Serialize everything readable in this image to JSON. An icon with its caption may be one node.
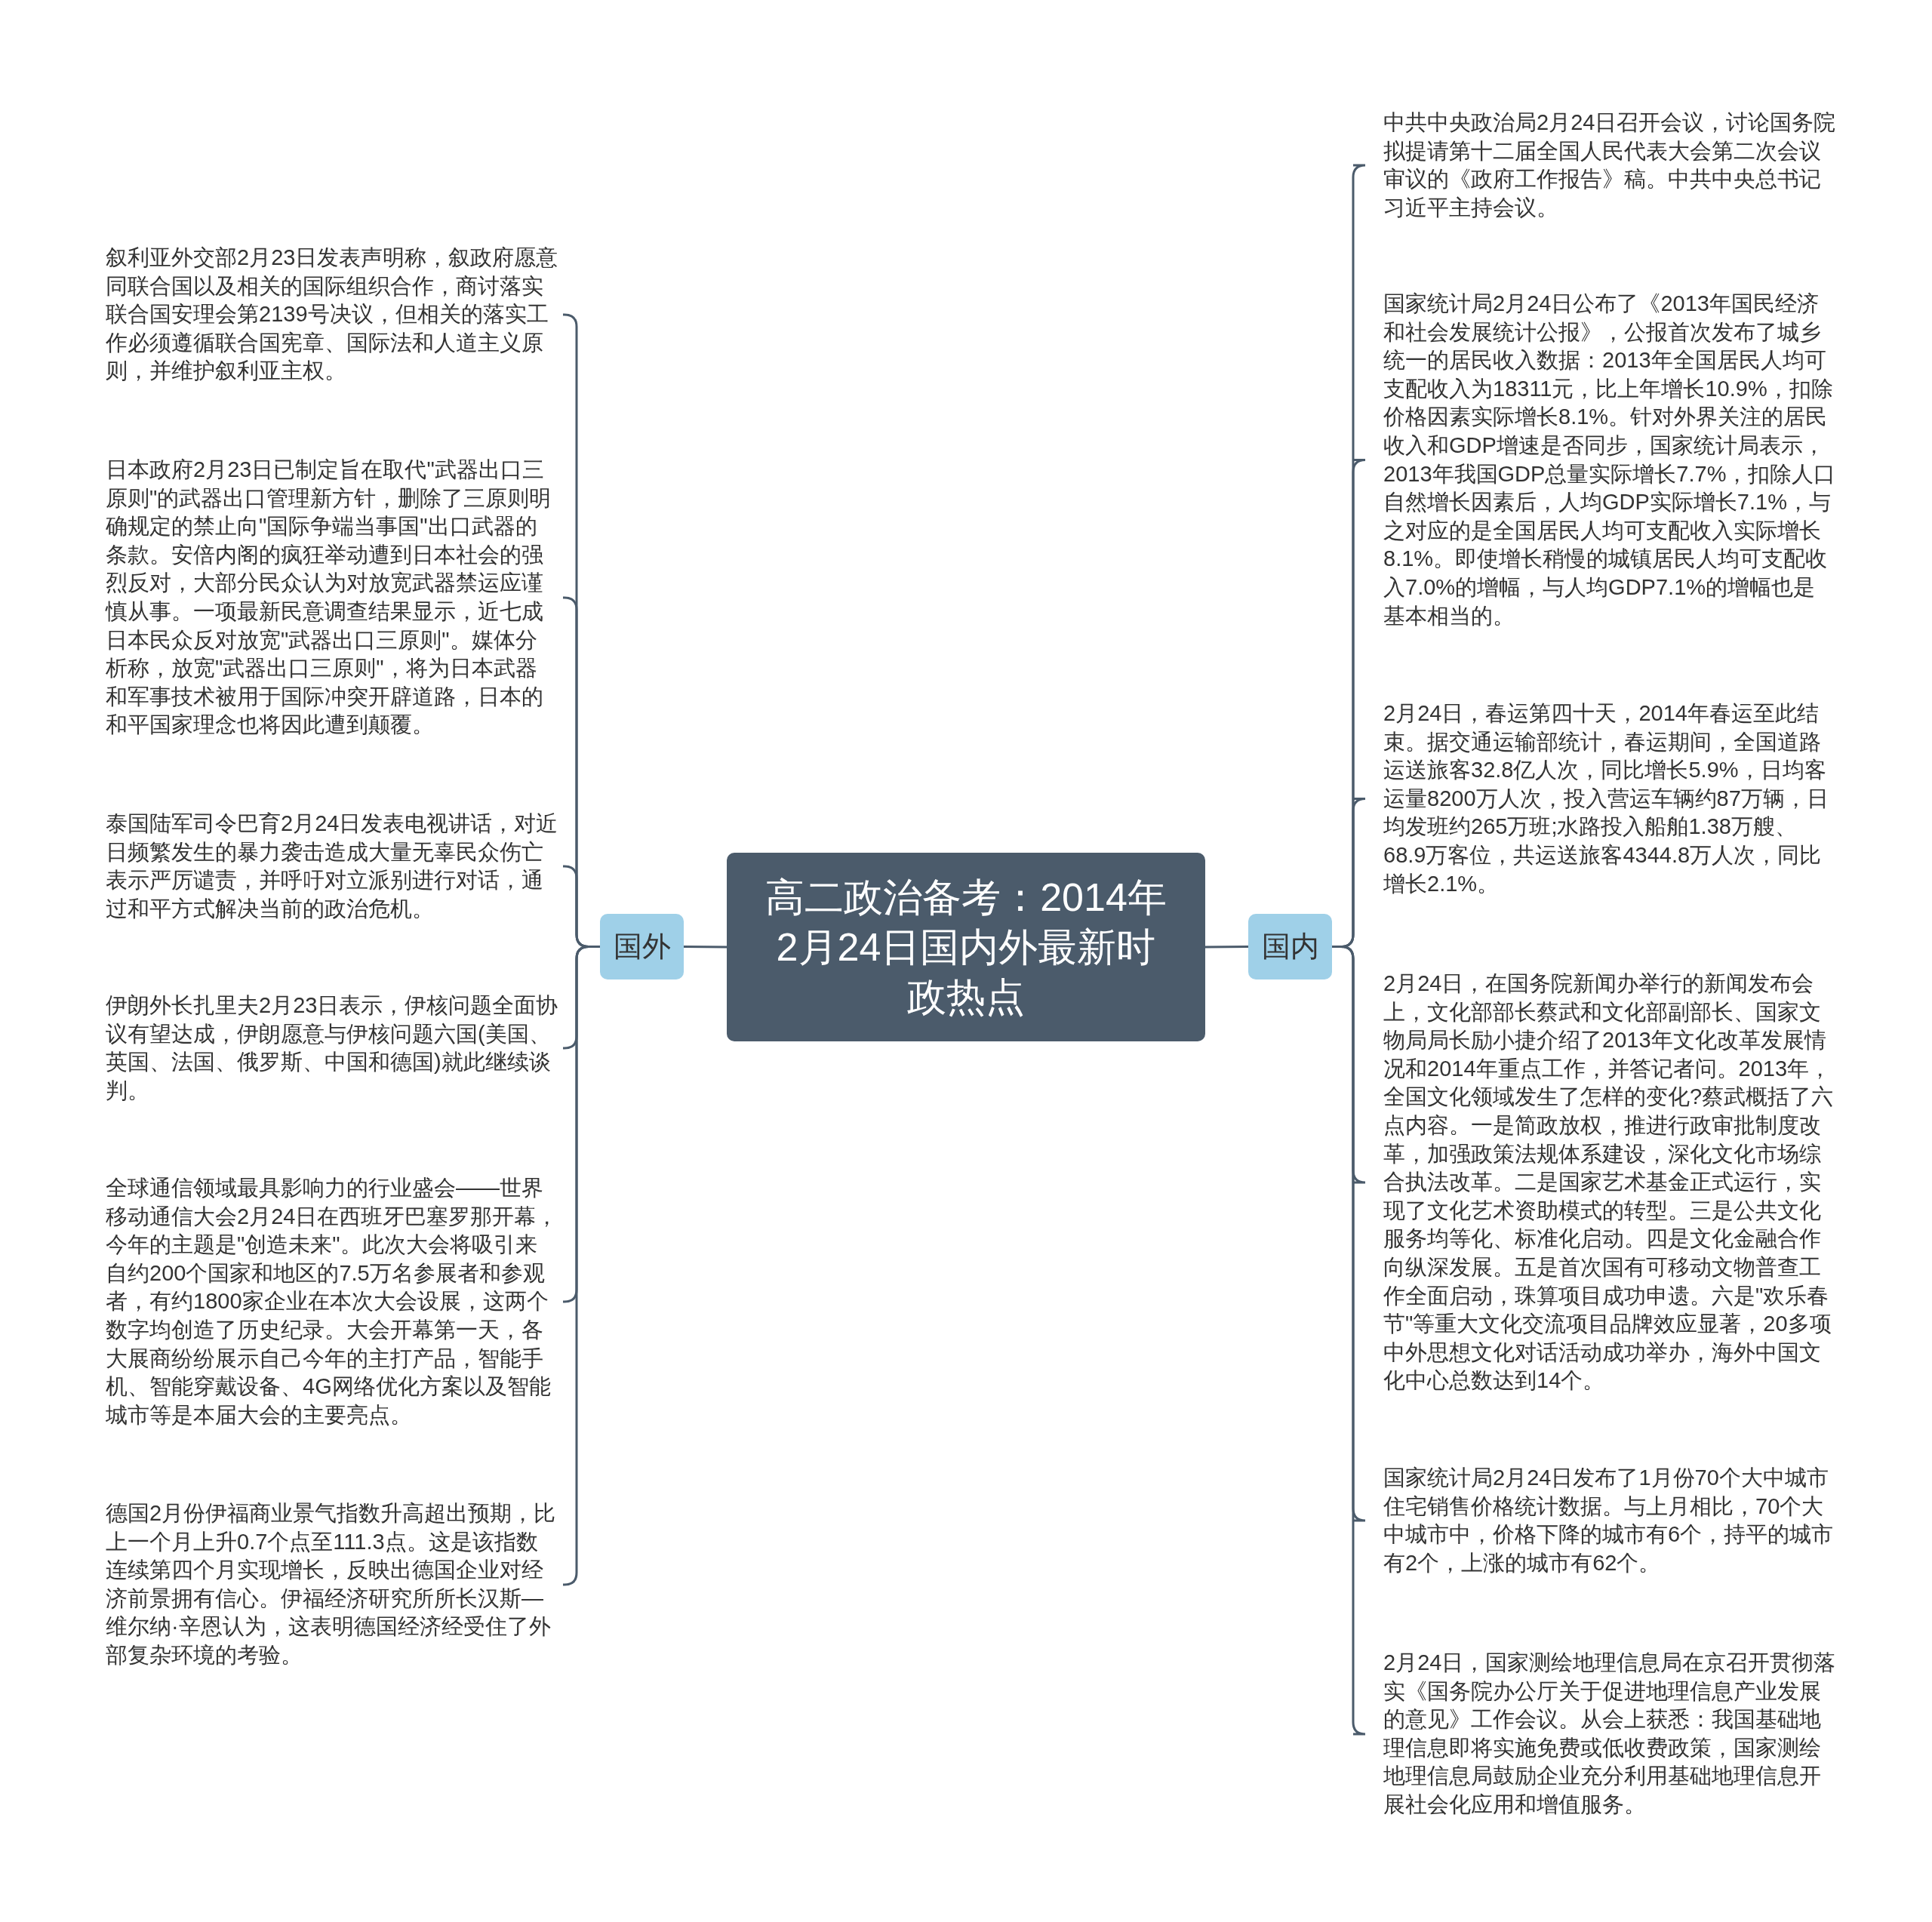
{
  "diagram": {
    "nodes": [
      {
        "text": [
          "高二政治备考：2014年2月24日国内外最新时政热点"
        ]
      },
      {
        "text": [
          "国外"
        ]
      },
      {
        "text": [
          "叙利亚外交部2月23日发表声明称，叙政府愿意同联合国以及相关的国际组织合作，商讨落实联合国安理会第2139号决议，但相关的落实工作必须遵循联合国宪章、国际法和人道主义原则，并维护叙利亚主权。"
        ]
      },
      {
        "text": [
          "日本政府2月23日已制定旨在取代\"武器出口三原则\"的武器出口管理新方针，删除了三原则明确规定的禁止向\"国际争端当事国\"出口武器的条款。安倍内阁的疯狂举动遭到日本社会的强烈反对，大部分民众认为对放宽武器禁运应谨慎从事。一项最新民意调查结果显示，近七成日本民众反对放宽\"武器出口三原则\"。媒体分析称，放宽\"武器出口三原则\"，将为日本武器和军事技术被用于国际冲突开辟道路，日本的和平国家理念也将因此遭到颠覆。"
        ]
      },
      {
        "text": [
          "泰国陆军司令巴育2月24日发表电视讲话，对近日频繁发生的暴力袭击造成大量无辜民众伤亡表示严厉谴责，并呼吁对立派别进行对话，通过和平方式解决当前的政治危机。"
        ]
      },
      {
        "text": [
          "伊朗外长扎里夫2月23日表示，伊核问题全面协议有望达成，伊朗愿意与伊核问题六国(美国、英国、法国、俄罗斯、中国和德国)就此继续谈判。"
        ]
      },
      {
        "text": [
          "全球通信领域最具影响力的行业盛会——世界移动通信大会2月24日在西班牙巴塞罗那开幕，今年的主题是\"创造未来\"。此次大会将吸引来自约200个国家和地区的7.5万名参展者和参观者，有约1800家企业在本次大会设展，这两个数字均创造了历史纪录。大会开幕第一天，各大展商纷纷展示自己今年的主打产品，智能手机、智能穿戴设备、4G网络优化方案以及智能城市等是本届大会的主要亮点。"
        ]
      },
      {
        "text": [
          "德国2月份伊福商业景气指数升高超出预期，比上一个月上升0.7个点至111.3点。这是该指数连续第四个月实现增长，反映出德国企业对经济前景拥有信心。伊福经济研究所所长汉斯—维尔纳·辛恩认为，这表明德国经济经受住了外部复杂环境的考验。"
        ]
      },
      {
        "text": [
          "国内"
        ]
      },
      {
        "text": [
          "中共中央政治局2月24日召开会议，讨论国务院拟提请第十二届全国人民代表大会第二次会议审议的《政府工作报告》稿。中共中央总书记习近平主持会议。"
        ]
      },
      {
        "text": [
          "国家统计局2月24日公布了《2013年国民经济和社会发展统计公报》，公报首次发布了城乡统一的居民收入数据：2013年全国居民人均可支配收入为18311元，比上年增长10.9%，扣除价格因素实际增长8.1%。针对外界关注的居民收入和GDP增速是否同步，国家统计局表示，2013年我国GDP总量实际增长7.7%，扣除人口自然增长因素后，人均GDP实际增长7.1%，与之对应的是全国居民人均可支配收入实际增长8.1%。即使增长稍慢的城镇居民人均可支配收入7.0%的增幅，与人均GDP7.1%的增幅也是基本相当的。"
        ]
      },
      {
        "text": [
          "2月24日，春运第四十天，2014年春运至此结束。据交通运输部统计，春运期间，全国道路运送旅客32.8亿人次，同比增长5.9%，日均客运量8200万人次，投入营运车辆约87万辆，日均发班约265万班;水路投入船舶1.38万艘、68.9万客位，共运送旅客4344.8万人次，同比增长2.1%。"
        ]
      },
      {
        "text": [
          "2月24日，在国务院新闻办举行的新闻发布会上，文化部部长蔡武和文化部副部长、国家文物局局长励小捷介绍了2013年文化改革发展情况和2014年重点工作，并答记者问。2013年，全国文化领域发生了怎样的变化?蔡武概括了六点内容。一是简政放权，推进行政审批制度改革，加强政策法规体系建设，深化文化市场综合执法改革。二是国家艺术基金正式运行，实现了文化艺术资助模式的转型。三是公共文化服务均等化、标准化启动。四是文化金融合作向纵深发展。五是首次国有可移动文物普查工作全面启动，珠算项目成功申遗。六是\"欢乐春节\"等重大文化交流项目品牌效应显著，20多项中外思想文化对话活动成功举办，海外中国文化中心总数达到14个。"
        ]
      },
      {
        "text": [
          "国家统计局2月24日发布了1月份70个大中城市住宅销售价格统计数据。与上月相比，70个大中城市中，价格下降的城市有6个，持平的城市有2个，上涨的城市有62个。"
        ]
      },
      {
        "text": [
          "2月24日，国家测绘地理信息局在京召开贯彻落实《国务院办公厅关于促进地理信息产业发展的意见》工作会议。从会上获悉：我国基础地理信息即将实施免费或低收费政策，国家测绘地理信息局鼓励企业充分利用基础地理信息开展社会化应用和增值服务。"
        ]
      }
    ],
    "edges": [
      {
        "from": 0,
        "to": 1,
        "arrow": "none"
      },
      {
        "from": 1,
        "to": 2,
        "arrow": "none"
      },
      {
        "from": 1,
        "to": 3,
        "arrow": "none"
      },
      {
        "from": 1,
        "to": 4,
        "arrow": "none"
      },
      {
        "from": 1,
        "to": 5,
        "arrow": "none"
      },
      {
        "from": 1,
        "to": 6,
        "arrow": "none"
      },
      {
        "from": 1,
        "to": 7,
        "arrow": "none"
      },
      {
        "from": 0,
        "to": 8,
        "arrow": "none"
      },
      {
        "from": 8,
        "to": 9,
        "arrow": "none"
      },
      {
        "from": 8,
        "to": 10,
        "arrow": "none"
      },
      {
        "from": 8,
        "to": 11,
        "arrow": "none"
      },
      {
        "from": 8,
        "to": 12,
        "arrow": "none"
      },
      {
        "from": 8,
        "to": 13,
        "arrow": "none"
      },
      {
        "from": 8,
        "to": 14,
        "arrow": "none"
      }
    ]
  }
}
